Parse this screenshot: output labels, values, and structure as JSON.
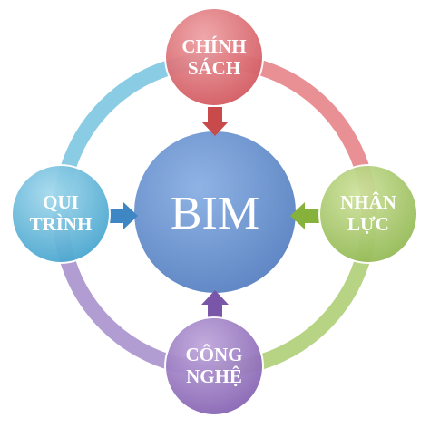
{
  "center": {
    "label": "BIM",
    "color": "#6f95cf"
  },
  "nodes": {
    "top": {
      "line1": "CHÍNH",
      "line2": "SÁCH",
      "color": "#e0757a"
    },
    "right": {
      "line1": "NHÂN",
      "line2": "LỰC",
      "color": "#a9c96a"
    },
    "bottom": {
      "line1": "CÔNG",
      "line2": "NGHỆ",
      "color": "#9c7fc0"
    },
    "left": {
      "line1": "QUI",
      "line2": "TRÌNH",
      "color": "#62b7d8"
    }
  },
  "ring_colors": {
    "top_right": "#e57c82",
    "bottom_right": "#a9cc6e",
    "bottom_left": "#a58ccb",
    "top_left": "#74c3df"
  },
  "arrow_colors": {
    "from_top": "#c94a4a",
    "from_right": "#86b23b",
    "from_bottom": "#7a56a8",
    "from_left": "#3e86c4"
  }
}
